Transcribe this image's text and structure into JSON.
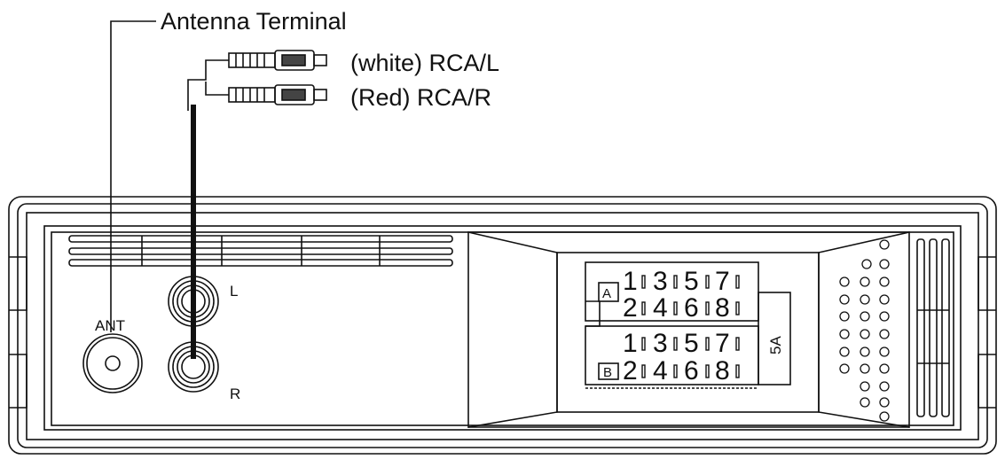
{
  "labels": {
    "antenna_terminal": "Antenna Terminal",
    "rca_left": "(white) RCA/L",
    "rca_right": "(Red) RCA/R",
    "ant": "ANT",
    "jack_l": "L",
    "jack_r": "R",
    "connector_a": "A",
    "connector_b": "B",
    "fuse": "5A"
  },
  "connector_pins": {
    "row_top": [
      "1",
      "3",
      "5",
      "7"
    ],
    "row_bottom": [
      "2",
      "4",
      "6",
      "8"
    ]
  }
}
